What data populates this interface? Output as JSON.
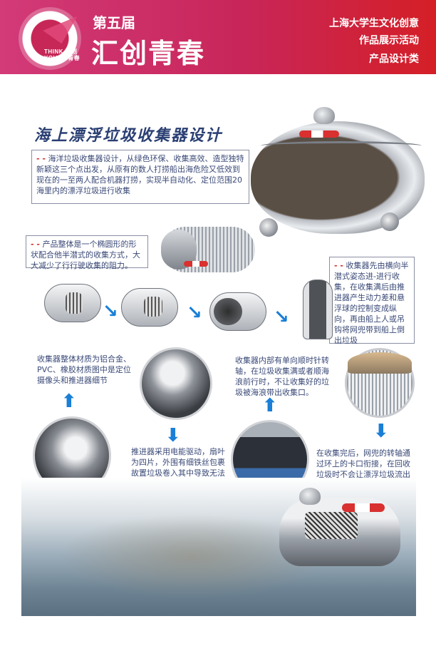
{
  "header": {
    "logo_text_line1": "THINK 汇创",
    "logo_text_line2": "YOUTH 青春",
    "edition": "第五届",
    "title": "汇创青春",
    "right_line1": "上海大学生文化创意",
    "right_line2": "作品展示活动",
    "right_line3": "产品设计类"
  },
  "main_title": "海上漂浮垃圾收集器设计",
  "dash_mark": "- -",
  "intro": "海洋垃圾收集器设计，从绿色环保、收集高效、造型独特新颖这三个点出发，从原有的数人打捞船出海危险又低效到现在的一至两人配合机器打捞，实现半自动化、定位范围20海里内的漂浮垃圾进行收集",
  "shape_note": "产品整体是一个椭圆形的形状配合他半潜式的收集方式，大大减少了行行驶收集的阻力。",
  "process_note": "收集器先由横向半潜式姿态进-进行收集，在收集满后由推进器产生动力差和悬浮球的控制变成纵向，再由船上人或吊钩将网兜带到船上倒出垃圾",
  "material_note": "收集器整体材质为铝合金、PVC、橡胶材质图中是定位摄像头和推进器细节",
  "thruster_note": "推进器采用电能驱动，扇叶为四片，外围有细铁丝包裹故置垃圾卷入其中导致无法正常运作",
  "oneway_note": "收集器内部有单向顺时针转轴，在垃圾收集满或者顺海浪前行时，不让收集好的垃圾被海浪带出收集口。",
  "net_note": "在收集完后，网兜的转轴通过环上的卡口衔接，在回收垃圾时不会让漂浮垃圾流出收集口，防止二次打捞",
  "colors": {
    "header_gradient_start": "#d23a78",
    "header_gradient_end": "#d41f26",
    "title_text": "#2a3f73",
    "body_text": "#3b4a78",
    "accent_red": "#d42a2a",
    "arrow_blue": "#1a7fd6"
  },
  "icons": {
    "flow_arrow": "↘",
    "up_arrow": "⬆",
    "down_arrow": "⬇"
  }
}
